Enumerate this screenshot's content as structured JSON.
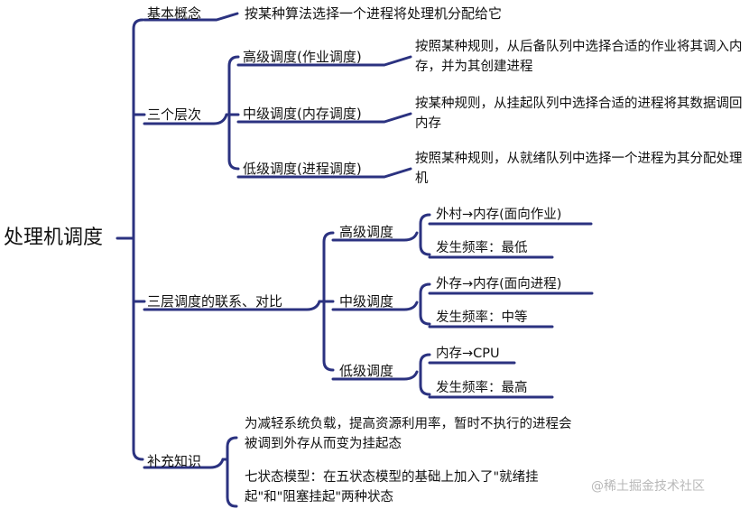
{
  "root": "处理机调度",
  "basic": {
    "label": "基本概念",
    "desc": "按某种算法选择一个进程将处理机分配给它"
  },
  "levels": {
    "label": "三个层次",
    "items": [
      {
        "label": "高级调度(作业调度)",
        "desc": "按照某种规则，从后备队列中选择合适的作业将其调入内存，并为其创建进程"
      },
      {
        "label": "中级调度(内存调度)",
        "desc": "按某种规则，从挂起队列中选择合适的进程将其数据调回内存"
      },
      {
        "label": "低级调度(进程调度)",
        "desc": "按照某种规则，从就绪队列中选择一个进程为其分配处理机"
      }
    ]
  },
  "compare": {
    "label": "三层调度的联系、对比",
    "items": [
      {
        "label": "高级调度",
        "flow": "外村→内存(面向作业)",
        "freq": "发生频率：最低"
      },
      {
        "label": "中级调度",
        "flow": "外存→内存(面向进程)",
        "freq": "发生频率：中等"
      },
      {
        "label": "低级调度",
        "flow": "内存→CPU",
        "freq": "发生频率：最高"
      }
    ]
  },
  "extra": {
    "label": "补充知识",
    "items": [
      "为减轻系统负载，提高资源利用率，暂时不执行的进程会被调到外存从而变为挂起态",
      "七状态模型：在五状态模型的基础上加入了\"就绪挂起\"和\"阻塞挂起\"两种状态"
    ]
  },
  "watermark": "@稀土掘金技术社区",
  "colors": {
    "connector": "#2b3280",
    "text": "#111111",
    "background": "#ffffff"
  }
}
